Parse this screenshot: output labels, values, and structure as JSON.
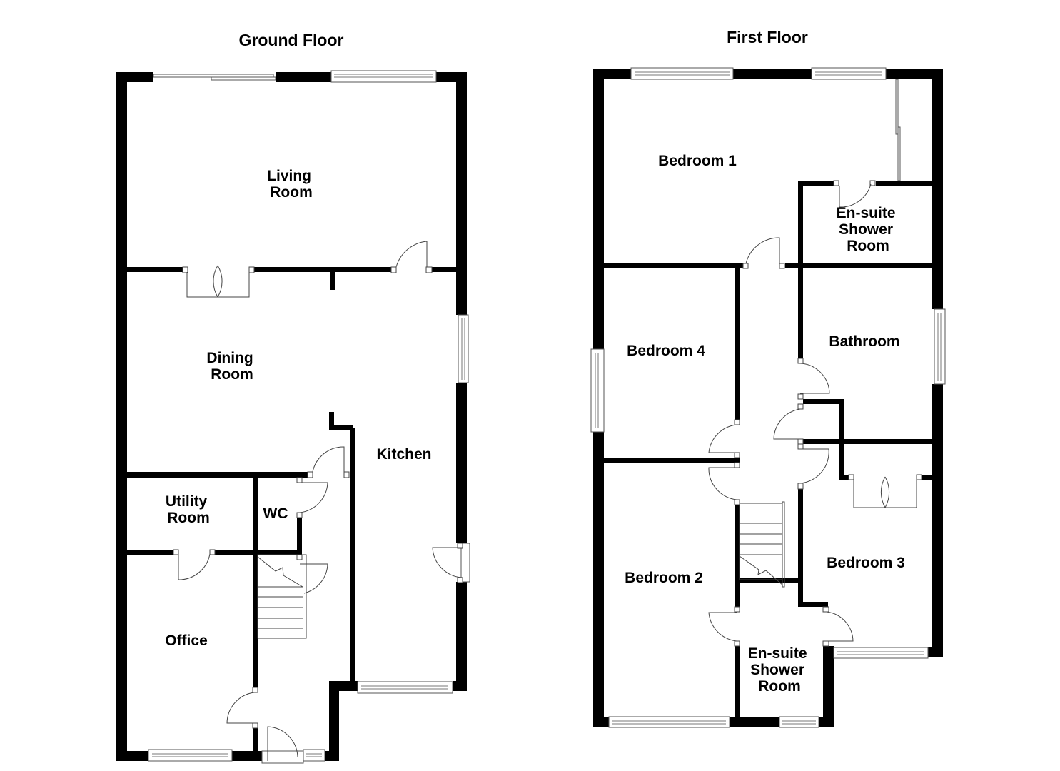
{
  "floors": [
    {
      "title": "Ground Floor",
      "rooms": [
        {
          "name": "living-room",
          "lines": [
            "Living",
            "Room"
          ]
        },
        {
          "name": "dining-room",
          "lines": [
            "Dining",
            "Room"
          ]
        },
        {
          "name": "kitchen",
          "lines": [
            "Kitchen"
          ]
        },
        {
          "name": "utility-room",
          "lines": [
            "Utility",
            "Room"
          ]
        },
        {
          "name": "wc",
          "lines": [
            "WC"
          ]
        },
        {
          "name": "office",
          "lines": [
            "Office"
          ]
        }
      ]
    },
    {
      "title": "First Floor",
      "rooms": [
        {
          "name": "bedroom-1",
          "lines": [
            "Bedroom 1"
          ]
        },
        {
          "name": "en-suite-1",
          "lines": [
            "En-suite",
            "Shower",
            "Room"
          ]
        },
        {
          "name": "bedroom-4",
          "lines": [
            "Bedroom 4"
          ]
        },
        {
          "name": "bathroom",
          "lines": [
            "Bathroom"
          ]
        },
        {
          "name": "bedroom-2",
          "lines": [
            "Bedroom 2"
          ]
        },
        {
          "name": "bedroom-3",
          "lines": [
            "Bedroom 3"
          ]
        },
        {
          "name": "en-suite-2",
          "lines": [
            "En-suite",
            "Shower",
            "Room"
          ]
        }
      ]
    }
  ],
  "colors": {
    "wall": "#000000",
    "background": "#ffffff",
    "fixture_line": "#444444"
  }
}
